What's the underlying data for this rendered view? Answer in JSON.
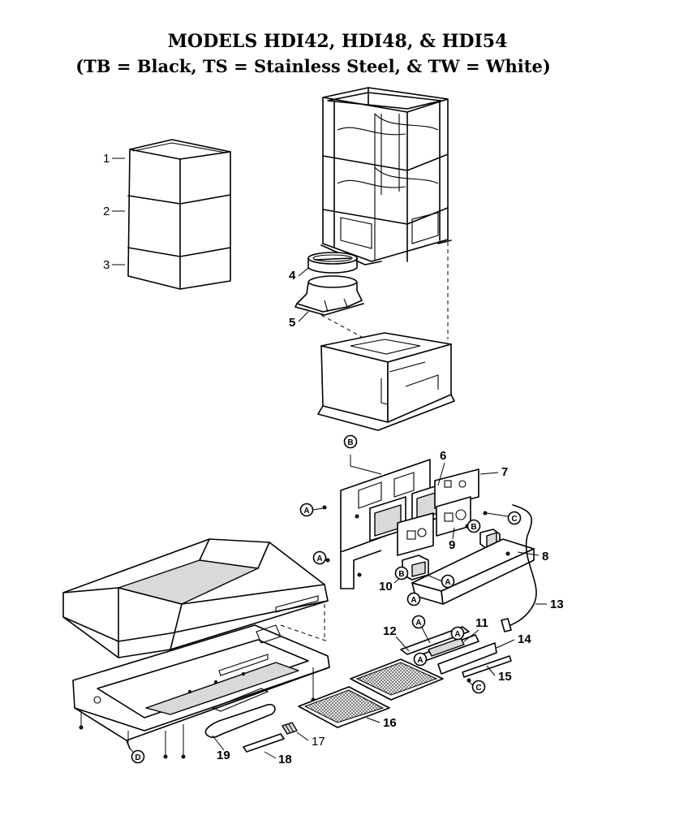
{
  "title": {
    "line1": "MODELS HDI42, HDI48, & HDI54",
    "line2": "(TB = Black, TS = Stainless Steel, & TW = White)"
  },
  "part_numbers": [
    "1",
    "2",
    "3",
    "4",
    "5",
    "6",
    "7",
    "8",
    "9",
    "10",
    "11",
    "12",
    "13",
    "14",
    "15",
    "16",
    "17",
    "18",
    "19"
  ],
  "connection_labels": [
    "A",
    "B",
    "C",
    "D"
  ]
}
